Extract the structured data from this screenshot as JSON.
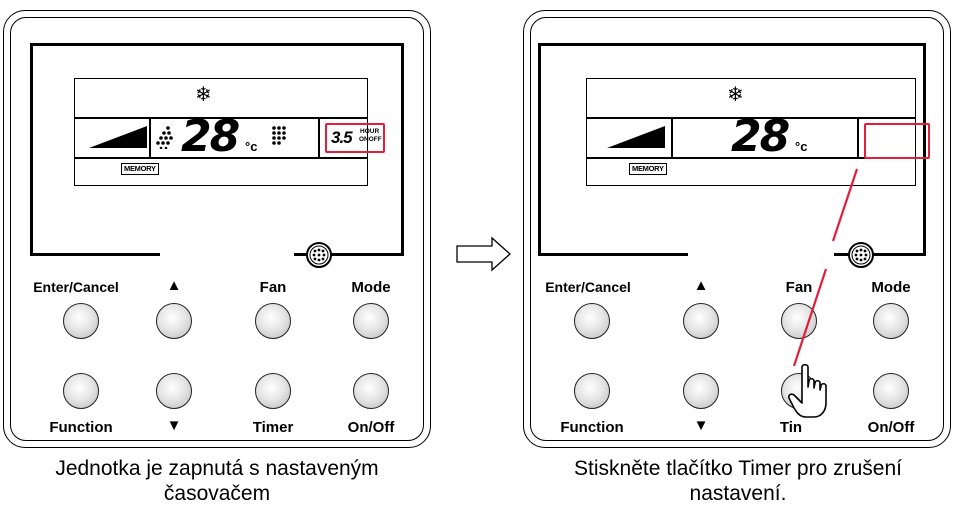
{
  "colors": {
    "highlight": "#e0203a",
    "outline": "#000000",
    "button": "#e0e0e0"
  },
  "left_panel": {
    "temperature": "28",
    "temp_unit": "°c",
    "timer_value": "3.5",
    "timer_unit_top": "HOUR",
    "timer_unit_bottom": "ONOFF",
    "memory_label": "MEMORY",
    "buttons": {
      "enter_cancel": "Enter/Cancel",
      "up": "▲",
      "fan": "Fan",
      "mode": "Mode",
      "function": "Function",
      "down": "▼",
      "timer": "Timer",
      "on_off": "On/Off"
    },
    "caption_line1": "Jednotka je zapnutá s nastaveným",
    "caption_line2": "časovačem"
  },
  "right_panel": {
    "temperature": "28",
    "temp_unit": "°c",
    "memory_label": "MEMORY",
    "buttons": {
      "enter_cancel": "Enter/Cancel",
      "up": "▲",
      "fan": "Fan",
      "mode": "Mode",
      "function": "Function",
      "down": "▼",
      "timer": "Tin",
      "on_off": "On/Off"
    },
    "caption_line1": "Stiskněte tlačítko Timer pro zrušení",
    "caption_line2": "nastavení."
  },
  "icons": {
    "snowflake": "snowflake-icon",
    "fan_speed": "signal-bars-icon",
    "swing": "airflow-dots-icon",
    "sensor": "sensor-icon",
    "arrow": "right-arrow-icon",
    "hand": "pointing-hand-icon"
  }
}
